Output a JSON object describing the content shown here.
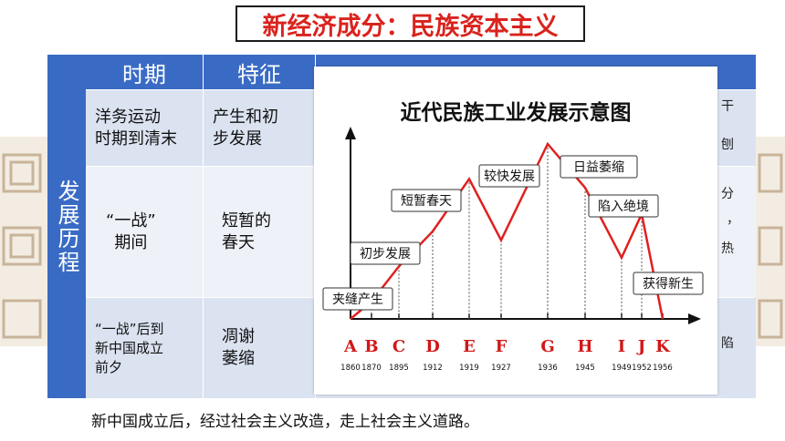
{
  "title": "新经济成分：民族资本主义",
  "table": {
    "side_label": "发展历程",
    "headers": [
      "时期",
      "特征"
    ],
    "rows": [
      {
        "period": [
          "洋务运动",
          "时期到清末"
        ],
        "feature": [
          "产生和初",
          "步发展"
        ]
      },
      {
        "period": [
          "“一战”",
          "期间"
        ],
        "feature": [
          "短暂的",
          "春天"
        ]
      },
      {
        "period": [
          "“一战”后到",
          "新中国成立",
          "前夕"
        ],
        "feature": [
          "凋谢",
          "萎缩"
        ]
      }
    ],
    "hidden_fragments": [
      "干",
      "刨",
      "分",
      "，",
      "热",
      "陷"
    ]
  },
  "chart": {
    "title": "近代民族工业发展示意图",
    "letters": [
      "A",
      "B",
      "C",
      "D",
      "E",
      "F",
      "G",
      "H",
      "I",
      "J",
      "K"
    ],
    "years": [
      "1860",
      "1870",
      "1895",
      "1912",
      "1919",
      "1927",
      "1936",
      "1945",
      "1949",
      "1952",
      "1956"
    ],
    "stages": [
      "夹缝产生",
      "初步发展",
      "短暂春天",
      "较快发展",
      "日益萎缩",
      "陷入绝境",
      "获得新生"
    ],
    "line_color": "#e02020",
    "letter_color": "#d01818"
  },
  "chart_data": {
    "type": "line",
    "title": "近代民族工业发展示意图",
    "categories": [
      "1860",
      "1870",
      "1895",
      "1912",
      "1919",
      "1927",
      "1936",
      "1945",
      "1949",
      "1952",
      "1956"
    ],
    "values": [
      0,
      1,
      3,
      5,
      8,
      4.5,
      10,
      7.5,
      3.5,
      6,
      0
    ],
    "annotations": [
      "夹缝产生",
      "初步发展",
      "短暂春天",
      "较快发展",
      "日益萎缩",
      "陷入绝境",
      "获得新生"
    ],
    "ylim": [
      0,
      10
    ]
  },
  "footer": "新中国成立后，经过社会主义改造，走上社会主义道路。"
}
